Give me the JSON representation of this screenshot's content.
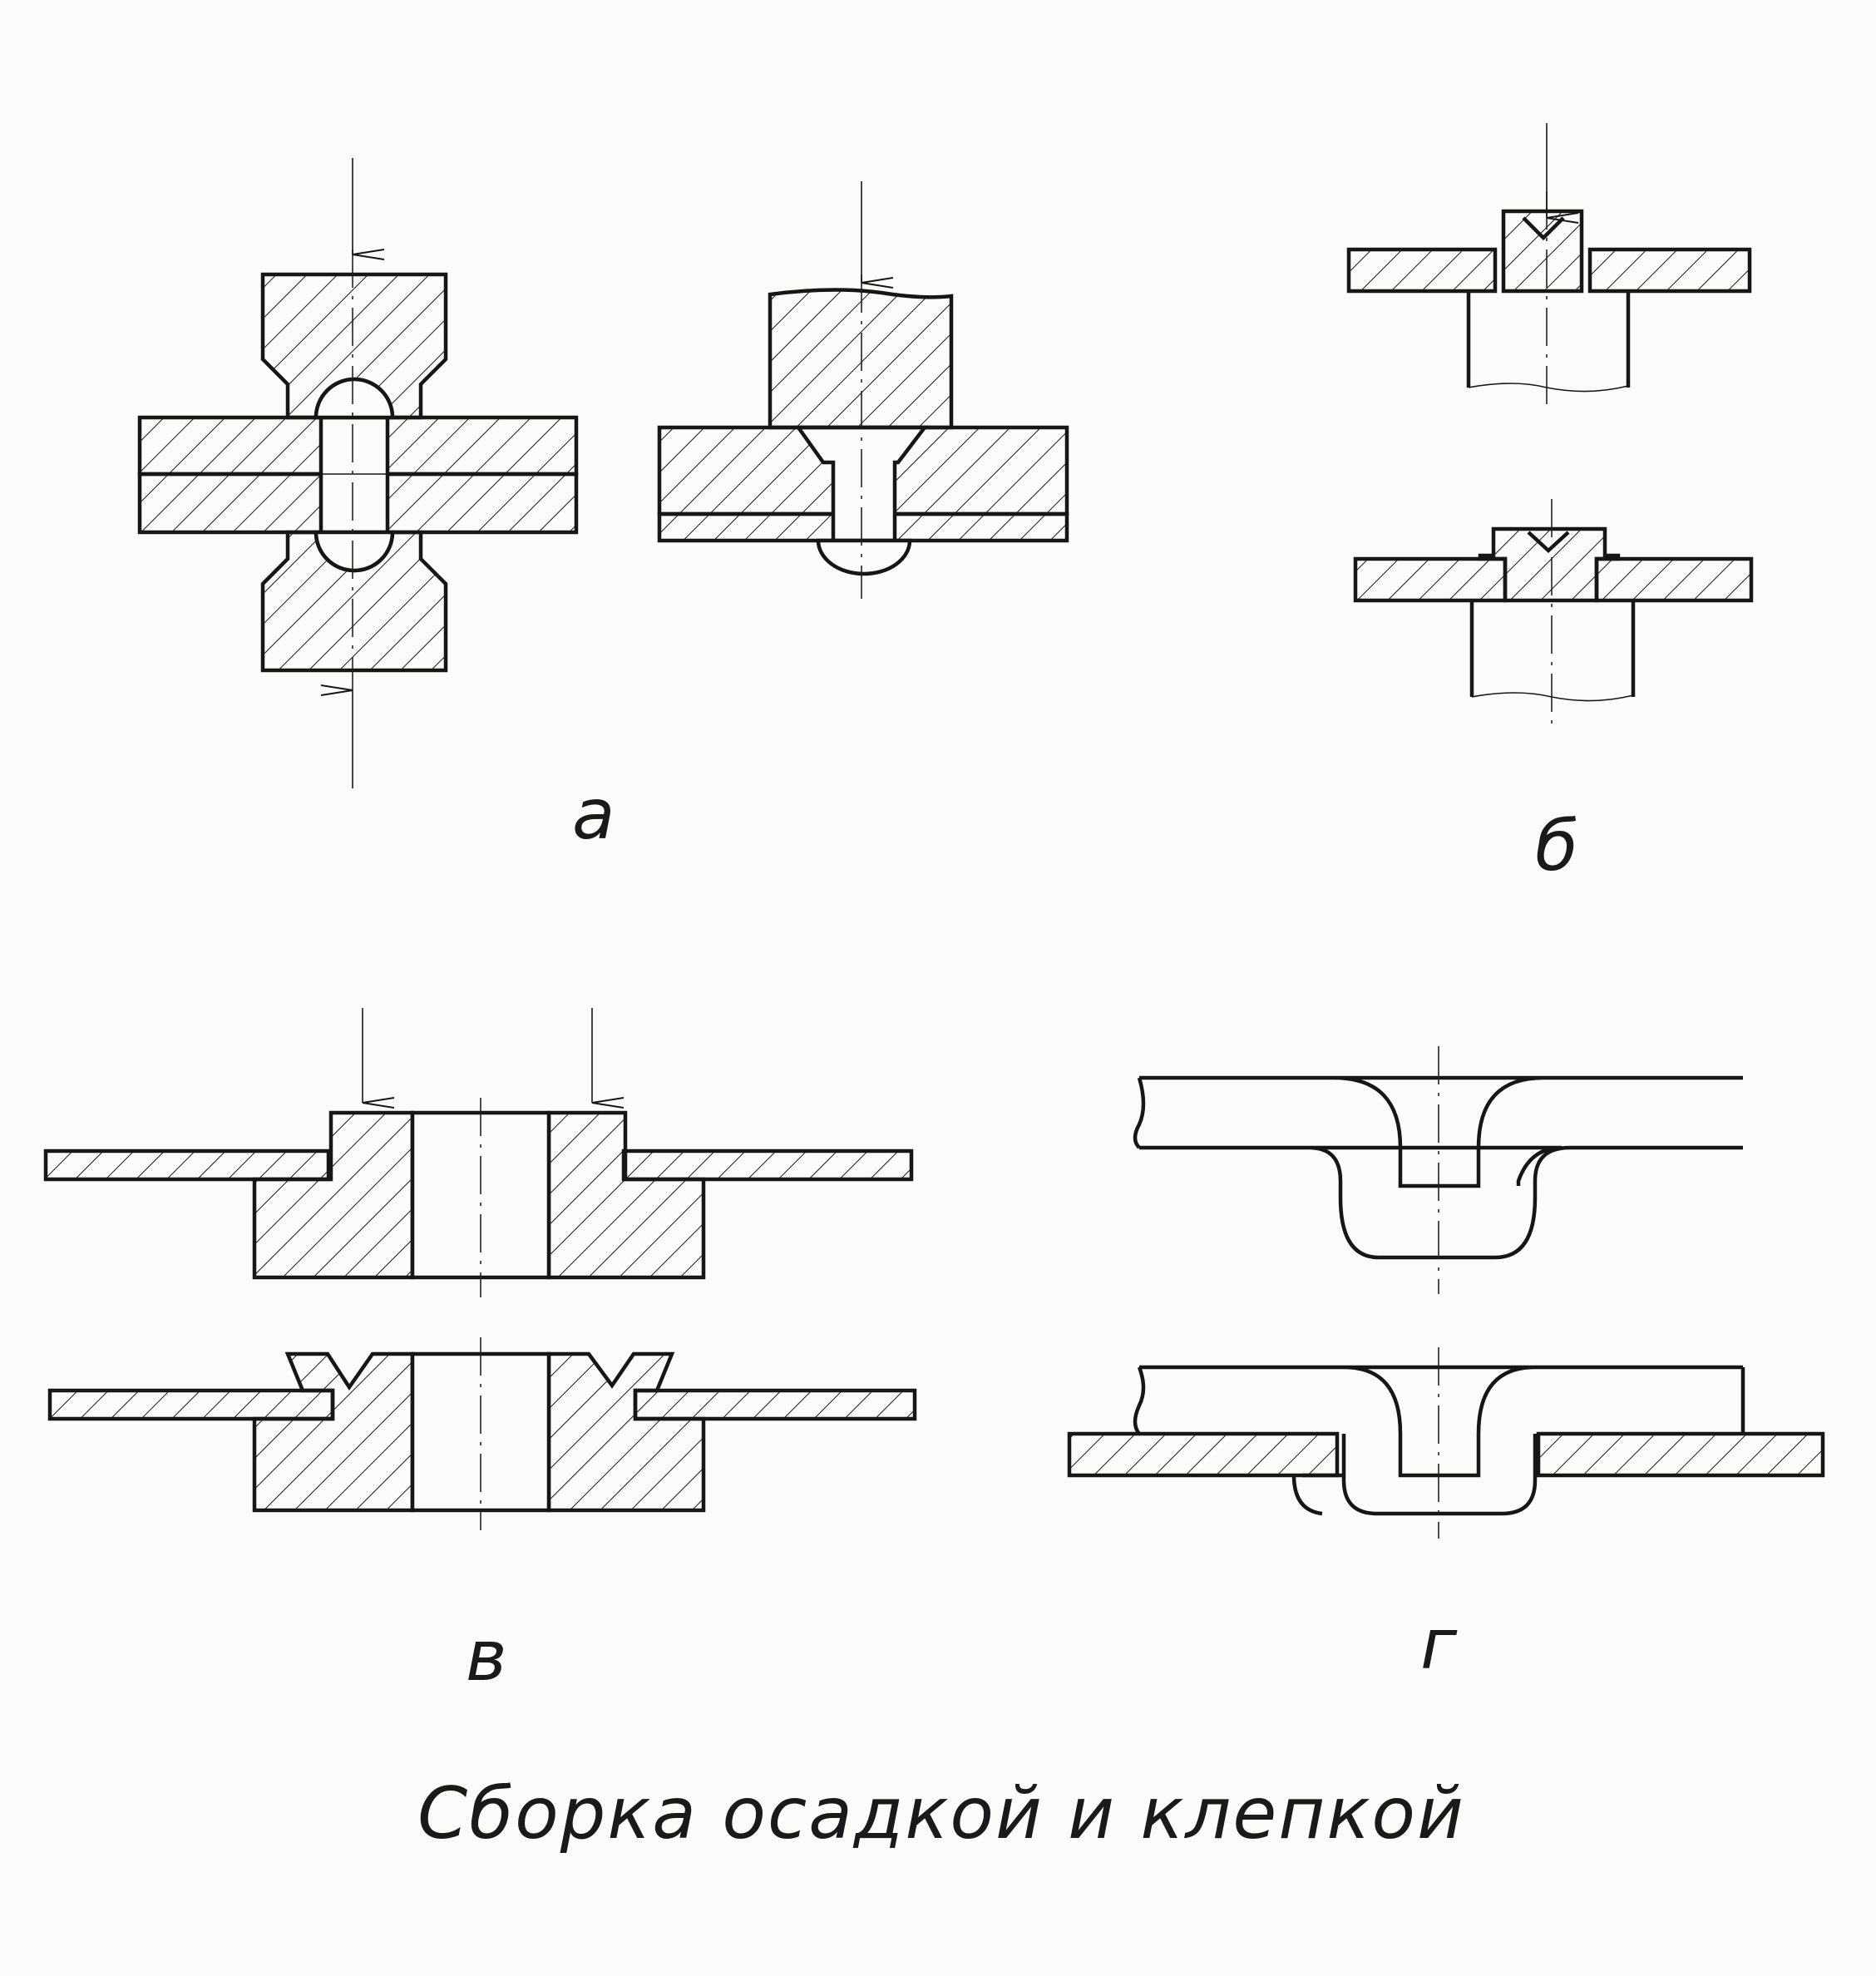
{
  "figure_labels": {
    "a": "а",
    "b": "б",
    "v": "в",
    "g": "г"
  },
  "caption": "Сборка осадкой и клепкой",
  "colors": {
    "ink": "#161616",
    "paper": "#fbfbf9"
  }
}
